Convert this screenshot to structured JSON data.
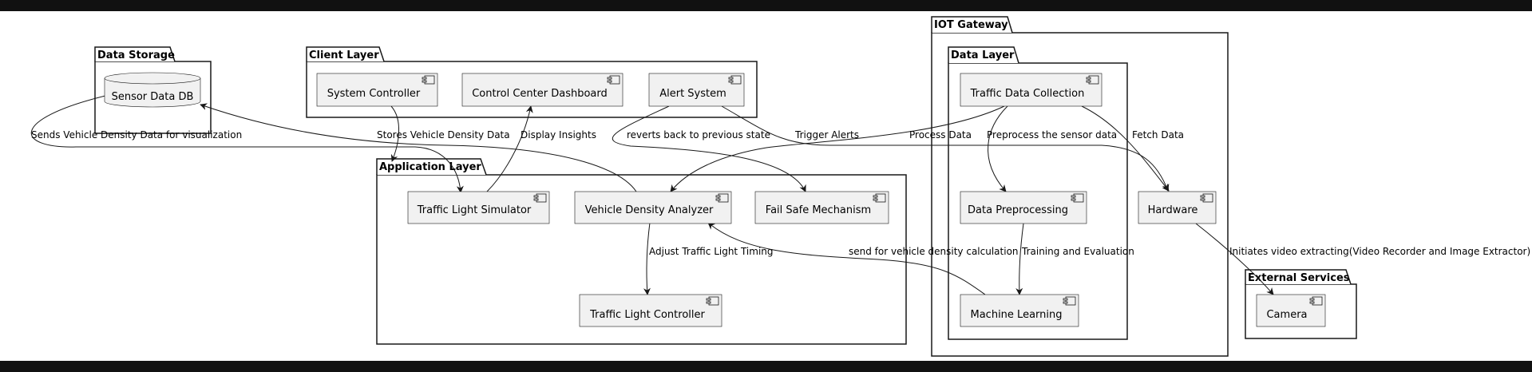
{
  "packages": {
    "data_storage": "Data Storage",
    "client_layer": "Client Layer",
    "application_layer": "Application Layer",
    "iot_gateway": "IOT Gateway",
    "data_layer": "Data Layer",
    "external_services": "External Services"
  },
  "nodes": {
    "sensor_db": "Sensor Data DB",
    "system_controller": "System Controller",
    "control_center_dashboard": "Control Center Dashboard",
    "alert_system": "Alert System",
    "traffic_light_simulator": "Traffic Light Simulator",
    "vehicle_density_analyzer": "Vehicle Density Analyzer",
    "fail_safe_mechanism": "Fail Safe Mechanism",
    "traffic_light_controller": "Traffic Light Controller",
    "traffic_data_collection": "Traffic Data Collection",
    "data_preprocessing": "Data Preprocessing",
    "machine_learning": "Machine Learning",
    "hardware": "Hardware",
    "camera": "Camera"
  },
  "edges": {
    "sends_density": "Sends Vehicle Density Data for visualization",
    "stores_density": "Stores Vehicle Density Data",
    "display_insights": "Display Insights",
    "reverts_back": "reverts back to previous state",
    "trigger_alerts": "Trigger Alerts",
    "process_data": "Process Data",
    "preprocess_sensor": "Preprocess the sensor data",
    "fetch_data": "Fetch Data",
    "adjust_timing": "Adjust Traffic Light Timing",
    "send_for_density": "send for vehicle density calculation",
    "training_eval": "Training and Evaluation",
    "initiates_video": "Initiates video extracting(Video Recorder and Image Extractor)"
  }
}
